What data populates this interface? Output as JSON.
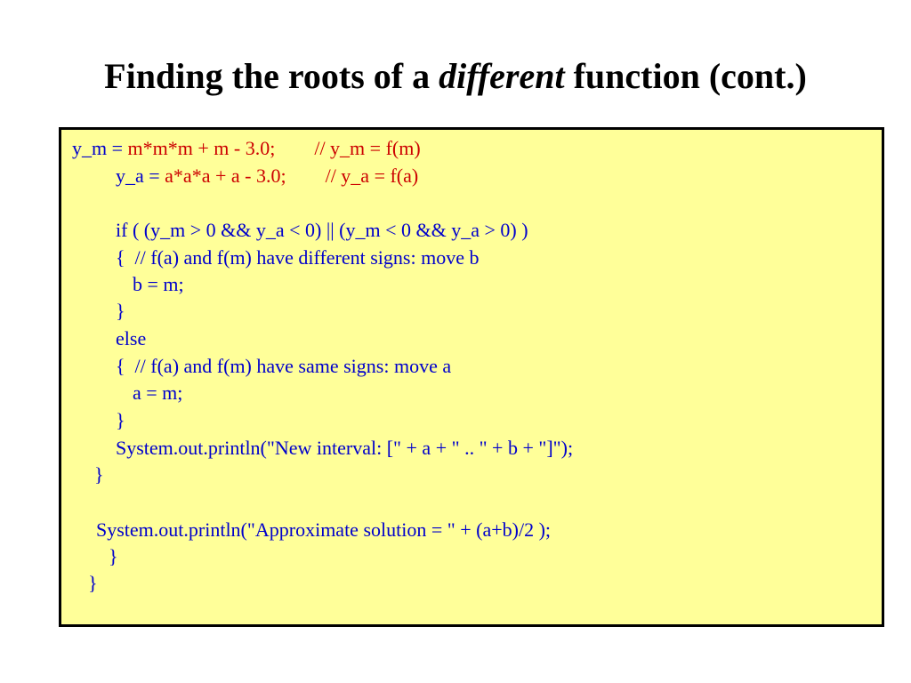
{
  "title": {
    "before": "Finding the roots of a ",
    "emphasis": "different",
    "after": " function (cont.)"
  },
  "code": {
    "line1": {
      "blue": "y_m = ",
      "red": "m*m*m + m - 3.0;",
      "gap": "        ",
      "comment": "// y_m = f(m)"
    },
    "line2": {
      "blue": "y_a = ",
      "red": "a*a*a + a - 3.0;",
      "gap": "        ",
      "comment": "// y_a = f(a)"
    },
    "line3": "if ( (y_m > 0 && y_a < 0) || (y_m < 0 && y_a > 0) )",
    "line4": "{  // f(a) and f(m) have different signs: move b",
    "line5": "b = m;",
    "line6": "}",
    "line7": "else",
    "line8": "{  // f(a) and f(m) have same signs: move a",
    "line9": "a = m;",
    "line10": "}",
    "line11": "System.out.println(\"New interval: [\" + a + \" .. \" + b + \"]\");",
    "line12": "}",
    "line13": "System.out.println(\"Approximate solution = \" + (a+b)/2 );",
    "line14": "}",
    "line15": "}"
  },
  "colors": {
    "box_background": "#ffff99",
    "code_blue": "#0000cc",
    "code_red": "#cc0000"
  }
}
